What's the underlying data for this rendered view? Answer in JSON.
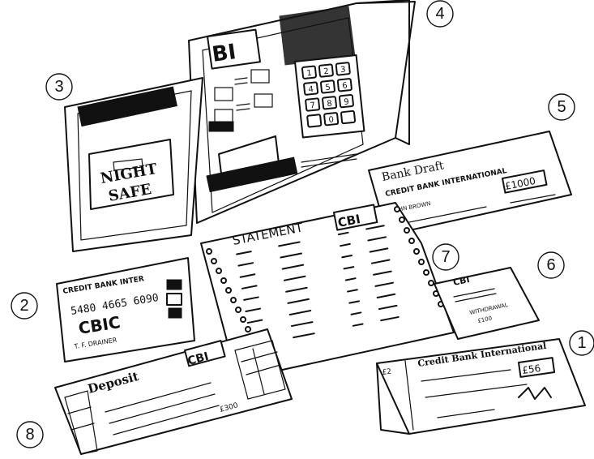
{
  "callouts": [
    "1",
    "2",
    "3",
    "4",
    "5",
    "6",
    "7",
    "8"
  ],
  "atm": {
    "logo": "BI",
    "keypad": [
      "1",
      "2",
      "3",
      "4",
      "5",
      "6",
      "7",
      "8",
      "9",
      "",
      "0",
      ""
    ]
  },
  "night_safe": {
    "line1": "NIGHT",
    "line2": "SAFE"
  },
  "card": {
    "bank": "CREDIT BANK INTER",
    "number": "5480 4665 6090",
    "logo": "CBIC",
    "holder": "T. F. DRAINER"
  },
  "draft": {
    "title": "Bank Draft",
    "bank": "CREDIT BANK INTERNATIONAL",
    "amount": "£1000",
    "payee": "JOHN BROWN"
  },
  "statement": {
    "title": "STATEMENT",
    "logo": "CBI"
  },
  "withdrawal": {
    "logo": "CBI",
    "label": "WITHDRAWAL",
    "amount": "£100"
  },
  "cheque": {
    "bank": "Credit Bank International",
    "amount": "£56",
    "stub_amount": "£2"
  },
  "deposit": {
    "title": "Deposit",
    "logo": "CBI",
    "amount": "£300"
  }
}
